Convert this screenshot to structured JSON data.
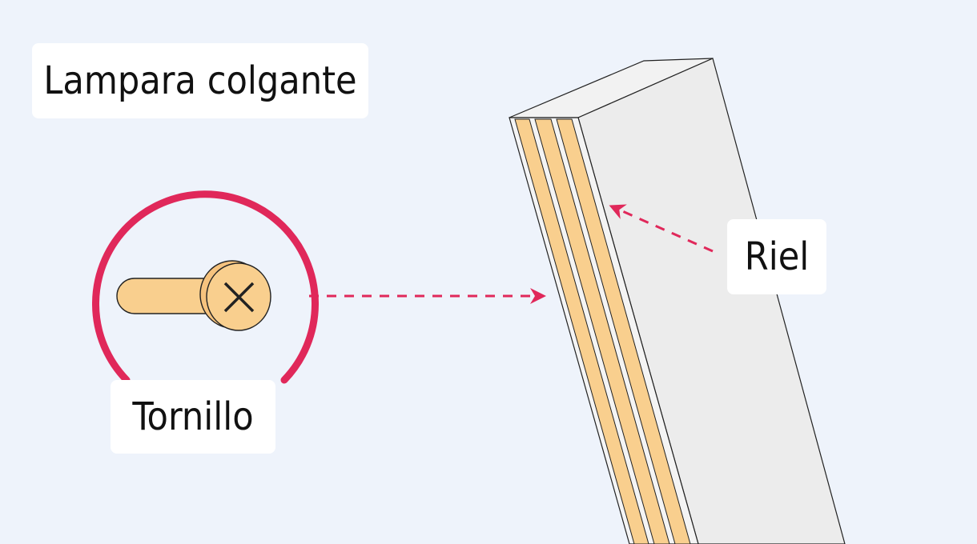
{
  "title": "Lampara colgante",
  "screw": {
    "label": "Tornillo",
    "icon": "screw-icon"
  },
  "rail": {
    "label": "Riel",
    "icon": "rail-profile-icon"
  },
  "colors": {
    "background": "#eef3fb",
    "accent": "#e0285a",
    "screw_body": "#f9cf8e",
    "rail_face": "#ececec",
    "rail_side": "#f3f3f3",
    "outline": "#222222"
  }
}
